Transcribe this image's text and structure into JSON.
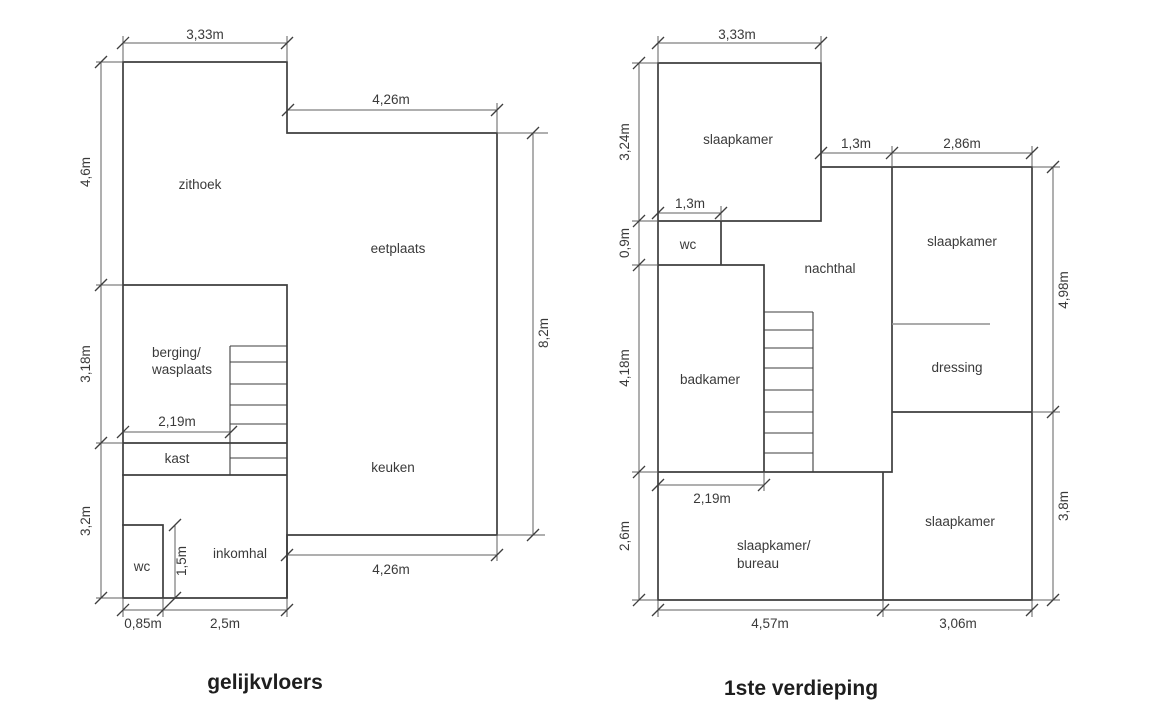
{
  "colors": {
    "background": "#ffffff",
    "wall_line": "#3e3e3e",
    "dimension_line": "#5f5f5f",
    "label_text": "#3a3a3a",
    "dressing_divider": "#8f8f8f"
  },
  "titles": {
    "left": "gelijkvloers",
    "right": "1ste verdieping"
  },
  "left_plan": {
    "rooms": {
      "zithoek": "zithoek",
      "eetplaats": "eetplaats",
      "berging_line1": "berging/",
      "berging_line2": "wasplaats",
      "kast": "kast",
      "keuken": "keuken",
      "inkomhal": "inkomhal",
      "wc": "wc"
    },
    "dimensions": {
      "top_width": "3,33m",
      "upper_right_width": "4,26m",
      "left_upper_height": "4,6m",
      "left_middle_height": "3,18m",
      "left_lower_height": "3,2m",
      "stair_width": "2,19m",
      "wc_height": "1,5m",
      "wc_width": "0,85m",
      "hall_width": "2,5m",
      "lower_right_width": "4,26m",
      "right_height": "8,2m"
    }
  },
  "right_plan": {
    "rooms": {
      "slaapkamer_top_left": "slaapkamer",
      "wc": "wc",
      "nachthal": "nachthal",
      "badkamer": "badkamer",
      "slaapkamer_top_right": "slaapkamer",
      "dressing": "dressing",
      "slaapkamer_bottom_right": "slaapkamer",
      "bureau_line1": "slaapkamer/",
      "bureau_line2": "bureau"
    },
    "dimensions": {
      "top_width": "3,33m",
      "left_upper_height": "3,24m",
      "wc_height": "0,9m",
      "wc_width": "1,3m",
      "landing_width": "1,3m",
      "right_room_width": "2,86m",
      "right_upper_height": "4,98m",
      "left_middle_height": "4,18m",
      "stair_width": "2,19m",
      "left_lower_height": "2,6m",
      "bottom_left_width": "4,57m",
      "bottom_right_width": "3,06m",
      "right_lower_height": "3,8m"
    }
  }
}
